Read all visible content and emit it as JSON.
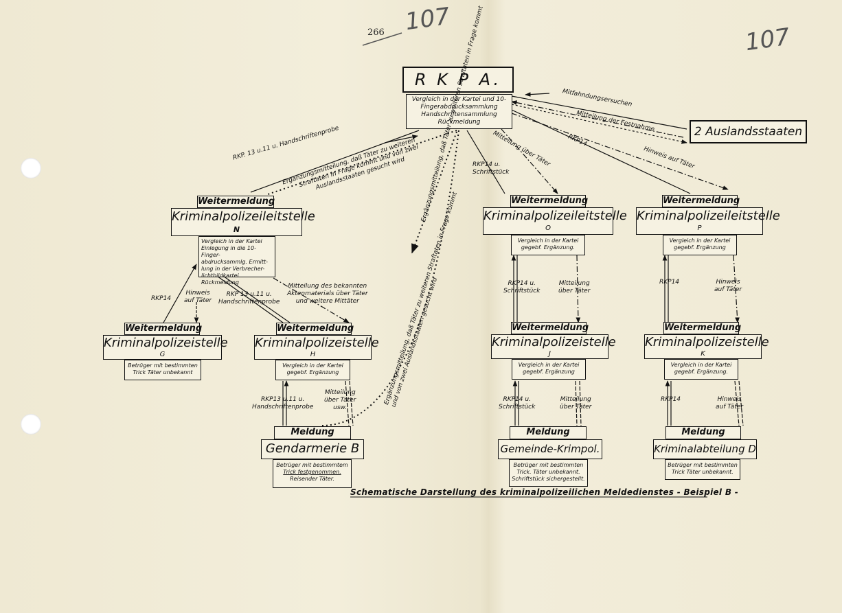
{
  "page_number": "266",
  "handwritten": {
    "left": "107",
    "right": "107"
  },
  "rkpa": {
    "title": "R K P A.",
    "lines": [
      "Vergleich in der Kartei und 10-",
      "Fingerabdrucksammlung",
      "Handschriftensammlung",
      "Rückmeldung"
    ]
  },
  "ausland": "2 Auslandsstaaten",
  "top_labels": {
    "mitfahndung": "Mitfahndungsersuchen",
    "festnahme": "Mitteilung der Festnahme",
    "rkp14_right": "RKP14",
    "hinweis_right": "Hinweis auf Täter",
    "mitteilung_o": "Mitteilung über Täter",
    "rkp14_o": [
      "RKP14 u.",
      "Schriftstück"
    ],
    "rkp13_n": "RKP. 13 u.11 u. Handschriftenprobe",
    "erg1": [
      "Ergänzungsmitteilung, daß Täter zu weiteren",
      "Straftaten in Frage kommt und von zwei",
      "Auslandsstaaten gesucht wird"
    ],
    "erg2": "Ergänzungsmitteilung, daß Täter zu weiteren Straftaten in Frage kommt",
    "erg3": [
      "Ergänzungsmitteilung, daß Täter zu weiteren Straftaten in Frage kommt",
      "und von zwei Auslandsstaaten gesucht wird"
    ]
  },
  "n": {
    "header": "Weitermeldung",
    "title": "Kriminalpolizeileitstelle",
    "letter": "N",
    "lines": [
      "Vergleich in der Kartei",
      "Einlegung in die 10-Finger-",
      "abdrucksammlg. Ermitt-",
      "lung in der Verbrecher-",
      "lichtbildkartei. Rückmeldung"
    ]
  },
  "o": {
    "header": "Weitermeldung",
    "title": "Kriminalpolizeileitstelle",
    "letter": "O",
    "lines": [
      "Vergleich in der Kartei",
      "gegebf. Ergänzung."
    ]
  },
  "p": {
    "header": "Weitermeldung",
    "title": "Kriminalpolizeileitstelle",
    "letter": "P",
    "lines": [
      "Vergleich in der Kartei",
      "gegebf. Ergänzung"
    ]
  },
  "g": {
    "header": "Weitermeldung",
    "title": "Kriminalpolizeistelle",
    "letter": "G",
    "lines": [
      "Betrüger mit bestimmten",
      "Trick Täter unbekannt"
    ]
  },
  "h": {
    "header": "Weitermeldung",
    "title": "Kriminalpolizeistelle",
    "letter": "H",
    "lines": [
      "Vergleich in der Kartei",
      "gegebf. Ergänzung"
    ]
  },
  "j": {
    "header": "Weitermeldung",
    "title": "Kriminalpolizeistelle",
    "letter": "J",
    "lines": [
      "Vergleich in der Kartei",
      "gegebf. Ergänzung"
    ]
  },
  "k": {
    "header": "Weitermeldung",
    "title": "Kriminalpolizeistelle",
    "letter": "K",
    "lines": [
      "Vergleich in der Kartei",
      "gegebf. Ergänzung."
    ]
  },
  "b": {
    "header": "Meldung",
    "title": "Gendarmerie B",
    "lines": [
      "Betrüger mit bestimmtem",
      "Trick festgenommen.",
      "Reisender Täter."
    ]
  },
  "c": {
    "header": "Meldung",
    "title": "Gemeinde-Krimpol. C",
    "lines": [
      "Betrüger mit bestimmten",
      "Trick. Täter unbekannt.",
      "Schriftstück sichergestellt."
    ]
  },
  "d": {
    "header": "Meldung",
    "title": "Kriminalabteilung D",
    "lines": [
      "Betrüger mit bestimmten",
      "Trick Täter unbekannt."
    ]
  },
  "labels": {
    "rkp14_g": "RKP14",
    "hinweis_g": [
      "Hinweis",
      "auf Täter"
    ],
    "rkp13_h": [
      "RKP 13 u.11 u.",
      "Handschriftenprobe"
    ],
    "mitteilung_h": [
      "Mitteilung des bekannten",
      "Aktenmaterials über Täter",
      "und weitere Mittäter"
    ],
    "rkp13_b": [
      "RKP13 u.11 u.",
      "Handschriftenprobe"
    ],
    "mitteilung_b": [
      "Mitteilung",
      "über Täter",
      "usw."
    ],
    "rkp14_j": [
      "RKP14 u.",
      "Schriftstück"
    ],
    "mitteilung_j": [
      "Mitteilung",
      "über Täter"
    ],
    "rkp14_c": [
      "RKP14 u.",
      "Schriftstück"
    ],
    "mitteilung_c": [
      "Mitteilung",
      "über Täter"
    ],
    "rkp14_k": "RKP14",
    "hinweis_k": [
      "Hinweis",
      "auf Täter"
    ],
    "rkp14_d": "RKP14",
    "hinweis_d": [
      "Hinweis",
      "auf Täter"
    ]
  },
  "caption": "Schematische Darstellung des kriminalpolizeilichen Meldedienstes - Beispiel B -"
}
